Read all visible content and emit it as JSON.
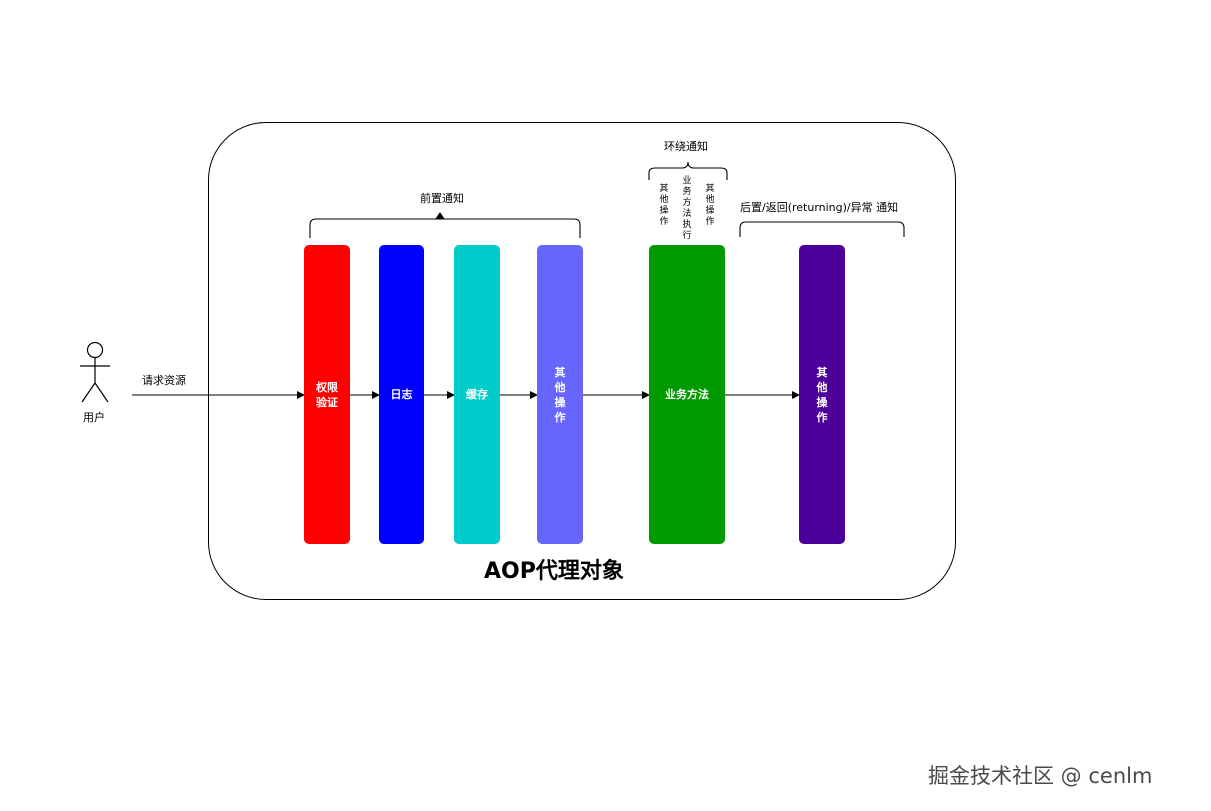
{
  "user": {
    "label": "用户"
  },
  "request_label": "请求资源",
  "container_title": "AOP代理对象",
  "before_advice": {
    "label": "前置通知"
  },
  "around_advice": {
    "label": "环绕通知",
    "inner": [
      "其他操作",
      "业务方法执行",
      "其他操作"
    ]
  },
  "after_advice": {
    "label": "后置/返回(returning)/异常 通知"
  },
  "boxes": [
    {
      "label": "权限验证",
      "color": "#ff0000"
    },
    {
      "label": "日志",
      "color": "#0000ff"
    },
    {
      "label": "缓存",
      "color": "#00cccc"
    },
    {
      "label": "其他操作",
      "color": "#6666ff"
    },
    {
      "label": "业务方法",
      "color": "#009900"
    },
    {
      "label": "其他操作",
      "color": "#4c0099"
    }
  ],
  "watermark": "掘金技术社区 @ cenlm"
}
